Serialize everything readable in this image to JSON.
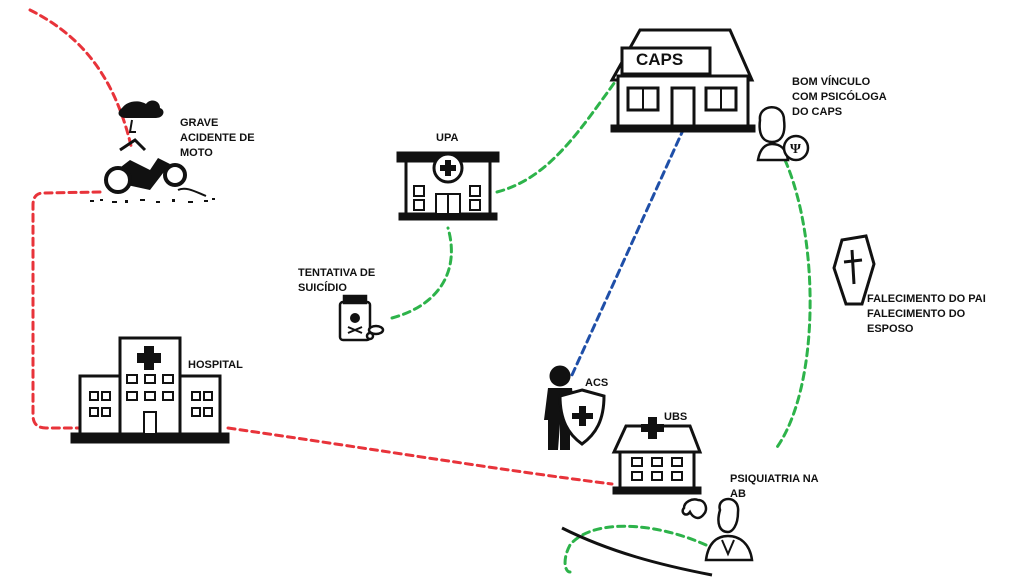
{
  "diagram": {
    "nodes": {
      "accident": {
        "label": "GRAVE\nACIDENTE DE\nMOTO",
        "icon": "motorcycle-crash-icon"
      },
      "hospital": {
        "label": "HOSPITAL",
        "icon": "hospital-icon"
      },
      "upa": {
        "label": "UPA",
        "icon": "clinic-building-icon"
      },
      "suicide_attempt": {
        "label": "TENTATIVA DE\nSUICÍDIO",
        "icon": "poison-bottle-icon"
      },
      "caps": {
        "label": "CAPS",
        "icon": "house-building-icon"
      },
      "psychologist": {
        "label": "BOM VÍNCULO\nCOM PSICÓLOGA\nDO CAPS",
        "icon": "psychologist-icon"
      },
      "deaths": {
        "label": "FALECIMENTO DO PAI\nFALECIMENTO DO ESPOSO",
        "icon": "coffin-icon"
      },
      "acs": {
        "label": "ACS",
        "icon": "health-agent-shield-icon"
      },
      "ubs": {
        "label": "UBS",
        "icon": "health-unit-icon"
      },
      "psychiatry": {
        "label": "PSIQUIATRIA NA\nAB",
        "icon": "doctor-brain-icon"
      }
    },
    "colors": {
      "red_path": "#e8333a",
      "green_path": "#2db34a",
      "blue_path": "#1f4fa8",
      "icon": "#111111"
    }
  }
}
